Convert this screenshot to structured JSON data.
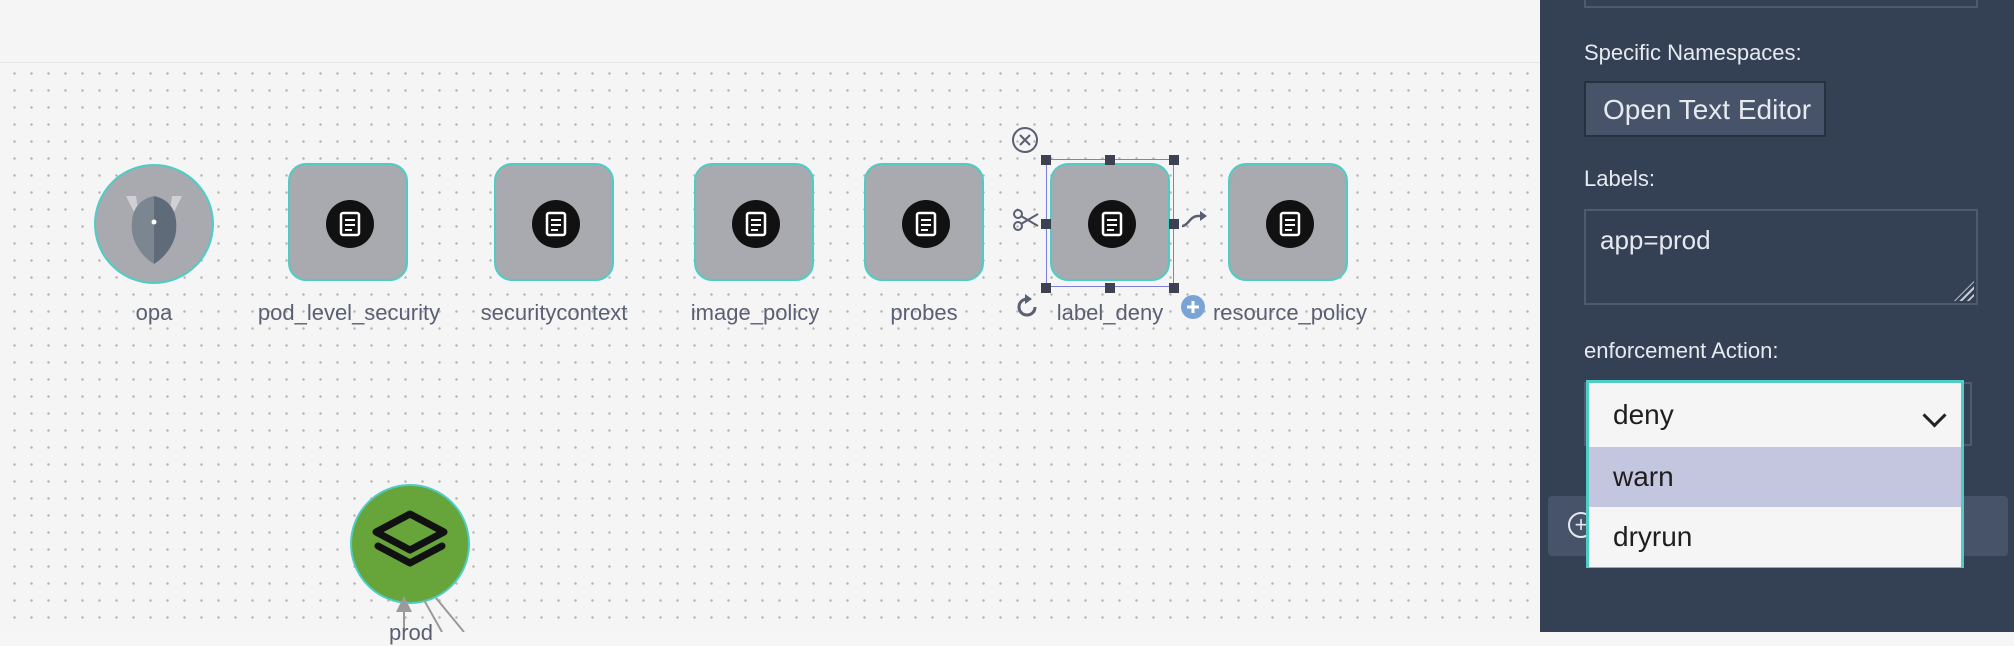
{
  "canvas": {
    "nodes": [
      {
        "label": "opa",
        "icon": "opa-logo-icon"
      },
      {
        "label": "pod_level_security",
        "icon": "scroll-icon"
      },
      {
        "label": "securitycontext",
        "icon": "scroll-icon"
      },
      {
        "label": "image_policy",
        "icon": "scroll-icon"
      },
      {
        "label": "probes",
        "icon": "scroll-icon"
      },
      {
        "label": "label_deny",
        "icon": "scroll-icon"
      },
      {
        "label": "resource_policy",
        "icon": "scroll-icon"
      }
    ],
    "bottom_node": {
      "label": "prod",
      "icon": "layers-icon"
    },
    "accent_color": "#4ecdc4"
  },
  "panel": {
    "specific_namespaces_label": "Specific Namespaces:",
    "open_text_editor": "Open Text Editor",
    "labels_label": "Labels:",
    "labels_value": "app=prod",
    "enforcement_action_label": "enforcement Action:",
    "enforcement_action": {
      "selected": "deny",
      "options": [
        "warn",
        "dryrun"
      ],
      "highlighted": "warn"
    }
  }
}
